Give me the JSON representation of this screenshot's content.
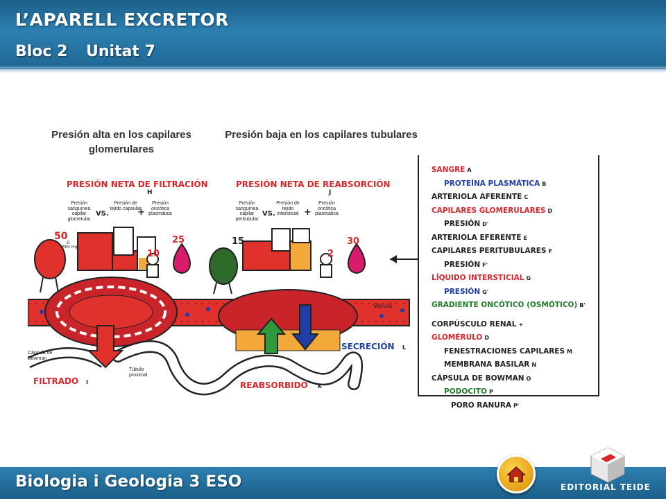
{
  "header": {
    "title": "L’APARELL EXCRETOR",
    "bloc": "Bloc 2",
    "unitat": "Unitat 7"
  },
  "captions": {
    "left": "Presión alta en los capilares glomerulares",
    "right": "Presión baja en los capilares tubulares"
  },
  "diagram": {
    "filtration_title": "PRESIÓN NETA DE FILTRACIÓN",
    "filtration_letter": "H",
    "reabsorption_title": "PRESIÓN NETA DE REABSORCIÓN",
    "reabsorption_letter": "J",
    "left_eq": {
      "a": "Presión sanguínea capilar glomerular",
      "b": "Presión de tejido capsular",
      "c": "Presión oncótica plasmática",
      "vs": "VS.",
      "plus": "+"
    },
    "right_eq": {
      "a": "Presión sanguínea capilar peritubular",
      "b": "Presión de tejido intersticial",
      "c": "Presión oncótica plasmática",
      "vs": "VS.",
      "plus": "+"
    },
    "left_vals": {
      "p50": "50",
      "mmhg": "Mm Hg",
      "d": "D",
      "p10": "10",
      "p25": "25"
    },
    "right_vals": {
      "p15": "15",
      "p2": "2",
      "p30": "30"
    },
    "labels": {
      "venula": "Vénula",
      "capsula": "Cápsula de Bowman",
      "tubulo": "Túbulo proximal",
      "filtrado": "FILTRADO",
      "filtrado_l": "I",
      "reabsorbido": "REABSORBIDO",
      "reabsorbido_l": "K",
      "secrecion": "SECRECIÓN",
      "secrecion_l": "L"
    }
  },
  "legend": [
    {
      "text": "SANGRE",
      "letter": "A",
      "color": "#d8262b",
      "indent": 0
    },
    {
      "text": "PROTEÍNA PLASMÁTICA",
      "letter": "B",
      "color": "#1f3fa6",
      "indent": 18
    },
    {
      "text": "ARTERIOLA AFERENTE",
      "letter": "C",
      "color": "#222222",
      "indent": 0
    },
    {
      "text": "CAPILARES GLOMERULARES",
      "letter": "D",
      "color": "#d8262b",
      "indent": 0
    },
    {
      "text": "PRESIÓN",
      "letter": "D'",
      "color": "#222222",
      "indent": 18
    },
    {
      "text": "ARTERIOLA EFERENTE",
      "letter": "E",
      "color": "#222222",
      "indent": 0
    },
    {
      "text": "CAPILARES PERITUBULARES",
      "letter": "F",
      "color": "#222222",
      "indent": 0
    },
    {
      "text": "PRESIÓN",
      "letter": "F'",
      "color": "#222222",
      "indent": 18
    },
    {
      "text": "LÍQUIDO INTERSTICIAL",
      "letter": "G",
      "color": "#d8262b",
      "indent": 0
    },
    {
      "text": "PRESIÓN",
      "letter": "G'",
      "color": "#1f3fa6",
      "indent": 18
    },
    {
      "text": "GRADIENTE ONCÓTICO (OSMÓTICO)",
      "letter": "B'",
      "color": "#1f7a2a",
      "indent": 0
    },
    {
      "text": "CORPÚSCULO RENAL",
      "letter": "+",
      "color": "#222222",
      "indent": 0
    },
    {
      "text": "GLOMÉRULO",
      "letter": "D",
      "color": "#d8262b",
      "indent": 0
    },
    {
      "text": "FENESTRACIONES CAPILARES",
      "letter": "M",
      "color": "#222222",
      "indent": 18
    },
    {
      "text": "MEMBRANA BASILAR",
      "letter": "N",
      "color": "#222222",
      "indent": 18
    },
    {
      "text": "CÁPSULA DE BOWMAN",
      "letter": "O",
      "color": "#222222",
      "indent": 0
    },
    {
      "text": "PODOCITO",
      "letter": "P",
      "color": "#1f7a2a",
      "indent": 18
    },
    {
      "text": "PORO RANURA",
      "letter": "P'",
      "color": "#222222",
      "indent": 28
    }
  ],
  "footer": {
    "subject": "Biologia i Geologia   3 ESO",
    "publisher": "EDITORIAL TEIDE"
  },
  "icons": {
    "home": "home-icon",
    "logo": "teide-logo-icon"
  }
}
